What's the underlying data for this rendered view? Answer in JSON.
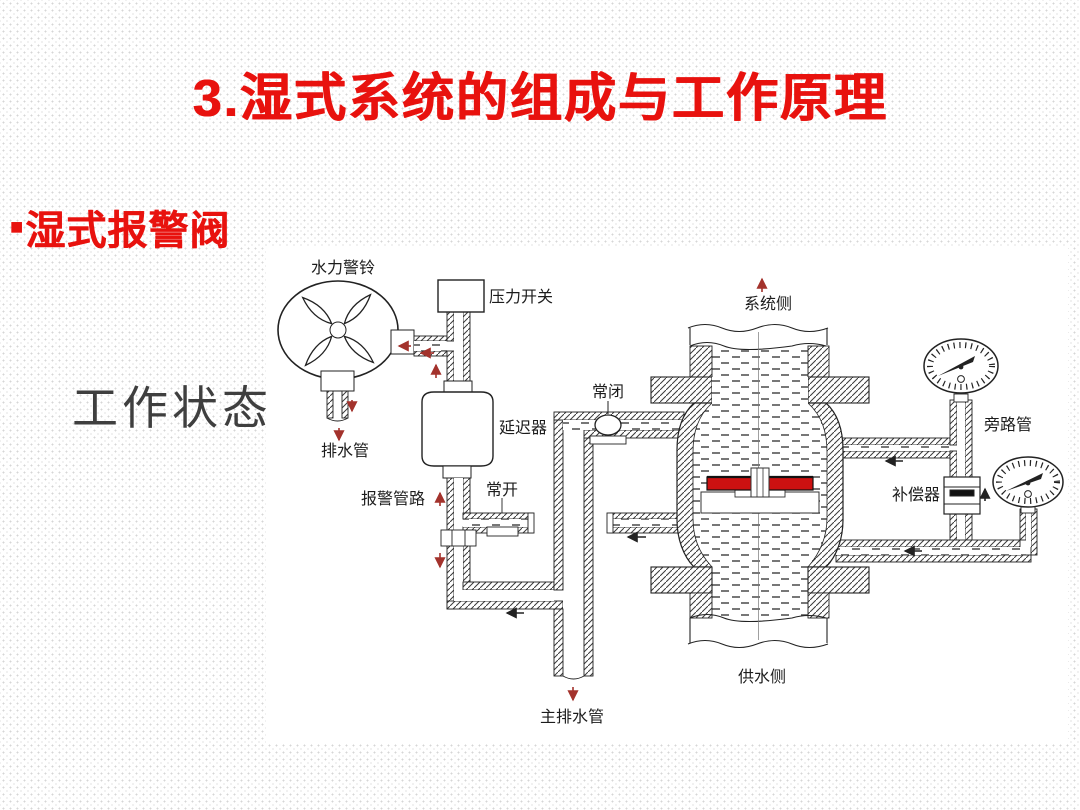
{
  "slide": {
    "title": "3.湿式系统的组成与工作原理",
    "bullet_marker": "■",
    "bullet_label": "湿式报警阀",
    "state_label": "工作状态"
  },
  "diagram": {
    "labels": {
      "water_motor_alarm": "水力警铃",
      "pressure_switch": "压力开关",
      "drain_pipe": "排水管",
      "retard_chamber": "延迟器",
      "alarm_piping": "报警管路",
      "normally_open": "常开",
      "normally_closed": "常闭",
      "system_side": "系统侧",
      "bypass_pipe": "旁路管",
      "compensator": "补偿器",
      "supply_side": "供水侧",
      "main_drain_pipe": "主排水管"
    },
    "colors": {
      "accent_red": "#e8120e",
      "valve_disc_red": "#cc1111",
      "arrow_red": "#a3322c",
      "line": "#2a2a2a"
    }
  }
}
